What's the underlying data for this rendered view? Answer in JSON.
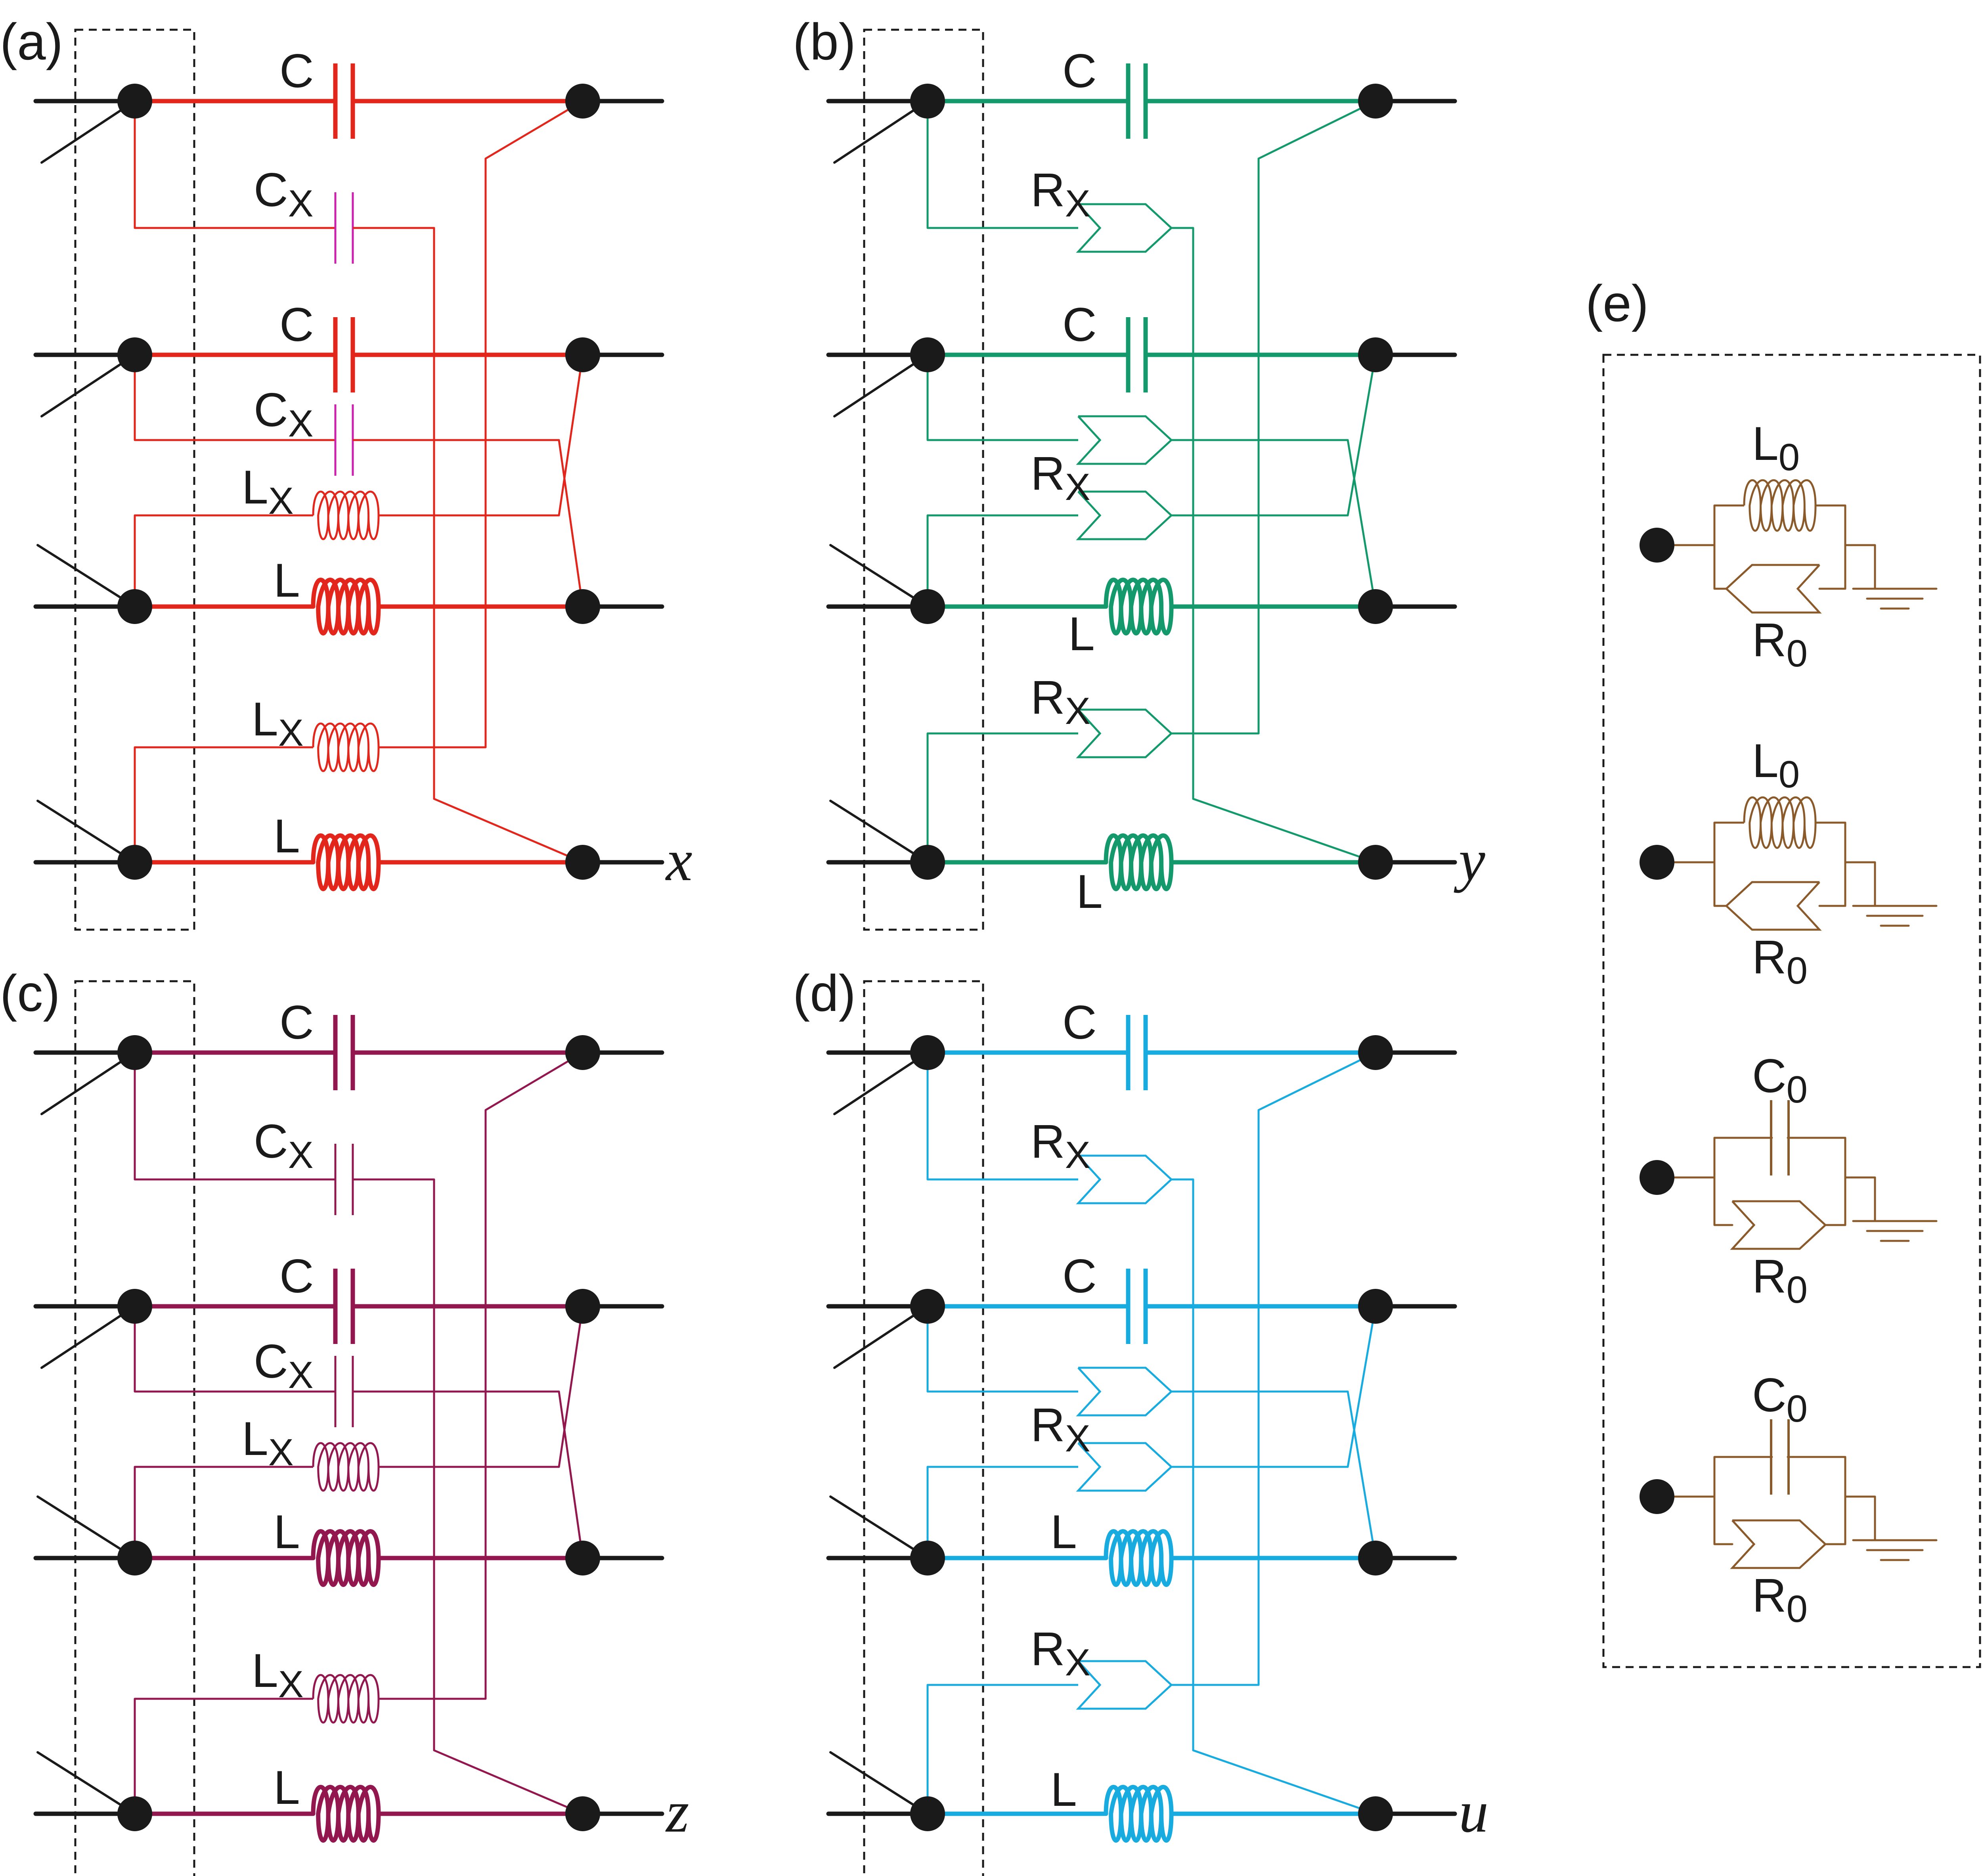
{
  "colors": {
    "panel_a": "#e2261c",
    "panel_a_cx": "#cc1fae",
    "panel_b": "#13996b",
    "panel_c": "#93174f",
    "panel_d": "#17abdf",
    "panel_e": "#8b5a2b",
    "node": "#1a1a1a"
  },
  "panels": {
    "a": {
      "label": "(a)",
      "axis": "x",
      "c_top": "C",
      "cx_1": "C",
      "cx_1_sub": "X",
      "c_mid": "C",
      "cx_2": "C",
      "cx_2_sub": "X",
      "lx_1": "L",
      "lx_1_sub": "X",
      "l_1": "L",
      "lx_2": "L",
      "lx_2_sub": "X",
      "l_2": "L"
    },
    "b": {
      "label": "(b)",
      "axis": "y",
      "c_top": "C",
      "rx_1": "R",
      "rx_1_sub": "X",
      "c_mid": "C",
      "rx_2": "R",
      "rx_2_sub": "X",
      "l_1": "L",
      "rx_3": "R",
      "rx_3_sub": "X",
      "l_2": "L"
    },
    "c": {
      "label": "(c)",
      "axis": "z",
      "c_top": "C",
      "cx_1": "C",
      "cx_1_sub": "X",
      "c_mid": "C",
      "cx_2": "C",
      "cx_2_sub": "X",
      "lx_1": "L",
      "lx_1_sub": "X",
      "l_1": "L",
      "lx_2": "L",
      "lx_2_sub": "X",
      "l_2": "L"
    },
    "d": {
      "label": "(d)",
      "axis": "u",
      "c_top": "C",
      "rx_1": "R",
      "rx_1_sub": "X",
      "c_mid": "C",
      "rx_2": "R",
      "rx_2_sub": "X",
      "l_1": "L",
      "rx_3": "R",
      "rx_3_sub": "X",
      "l_2": "L"
    },
    "e": {
      "label": "(e)",
      "grounding_units": [
        {
          "reactive": "L",
          "reactive_sub": "0",
          "resistor": "R",
          "resistor_sub": "0"
        },
        {
          "reactive": "L",
          "reactive_sub": "0",
          "resistor": "R",
          "resistor_sub": "0"
        },
        {
          "reactive": "C",
          "reactive_sub": "0",
          "resistor": "R",
          "resistor_sub": "0"
        },
        {
          "reactive": "C",
          "reactive_sub": "0",
          "resistor": "R",
          "resistor_sub": "0"
        }
      ]
    }
  }
}
